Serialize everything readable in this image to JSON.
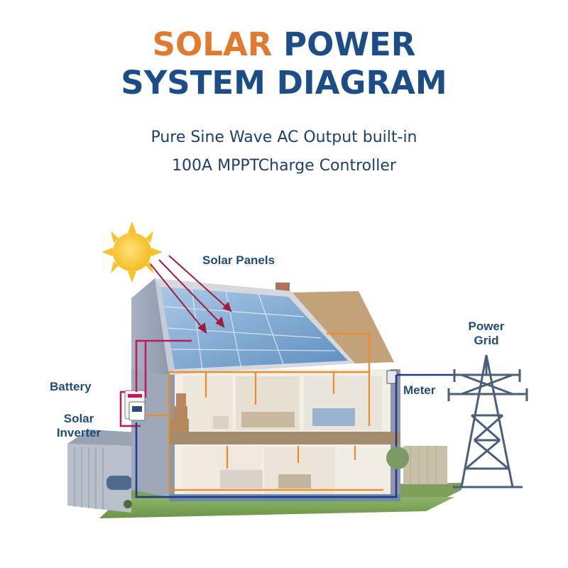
{
  "title": {
    "accent": "SOLAR",
    "line1_rest": "POWER",
    "line2": "SYSTEM DIAGRAM"
  },
  "subtitle": {
    "line1": "Pure Sine Wave AC Output built-in",
    "line2": "100A MPPTCharge Controller"
  },
  "labels": {
    "solar_panels": "Solar Panels",
    "battery": "Battery",
    "solar_inverter_line1": "Solar",
    "solar_inverter_line2": "Inverter",
    "meter": "Meter",
    "power_grid_line1": "Power",
    "power_grid_line2": "Grid"
  },
  "colors": {
    "accent": "#e07a2e",
    "primary": "#1d4d87",
    "wire_dc": "#c2185b",
    "wire_ac": "#f08a24",
    "wire_grid": "#1e3a8a",
    "sun": "#f7c22a"
  }
}
